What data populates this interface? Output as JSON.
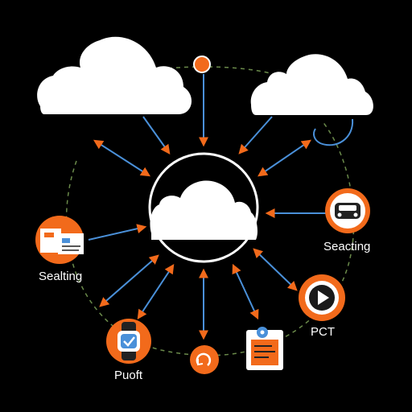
{
  "colors": {
    "background": "#000000",
    "arrow": "#4a90d9",
    "accent": "#f26a1b",
    "dash": "#6a8a4a",
    "cloud": "#ffffff"
  },
  "labels": {
    "left": "Sealting",
    "right": "Seacting",
    "pct": "PCT",
    "puoft": "Puoft"
  },
  "icons": {
    "top": "orange-dot-icon",
    "left": "documents-icon",
    "right_top": "car-icon",
    "right_bottom": "play-icon",
    "bottom_left": "smartwatch-icon",
    "bottom_mid": "refresh-icon",
    "bottom_right": "report-icon"
  }
}
